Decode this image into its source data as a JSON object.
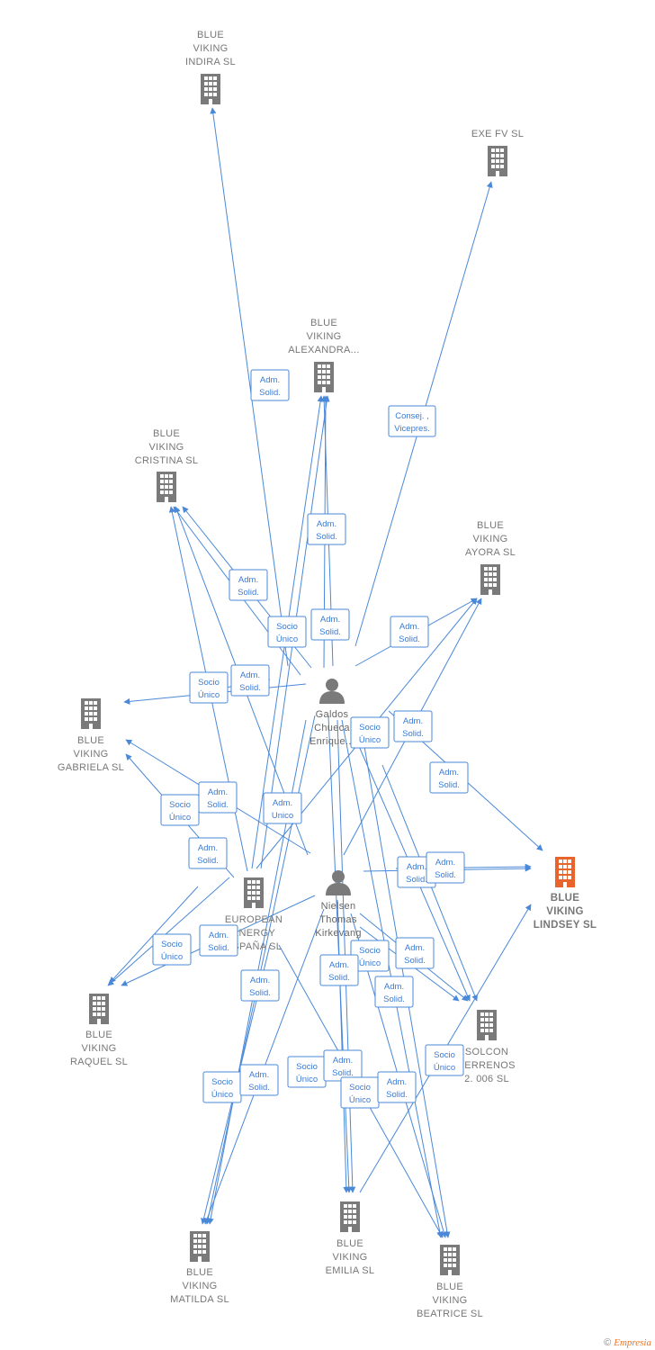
{
  "colors": {
    "edge": "#4a88d8",
    "company": "#7a7a7a",
    "main_company": "#e8642c",
    "person": "#7a7a7a"
  },
  "nodes": [
    {
      "id": "indira",
      "type": "company",
      "lines": [
        "BLUE",
        "VIKING",
        "INDIRA  SL"
      ]
    },
    {
      "id": "exefv",
      "type": "company",
      "lines": [
        "EXE FV SL"
      ]
    },
    {
      "id": "alexandra",
      "type": "company",
      "lines": [
        "BLUE",
        "VIKING",
        "ALEXANDRA..."
      ]
    },
    {
      "id": "cristina",
      "type": "company",
      "lines": [
        "BLUE",
        "VIKING",
        "CRISTINA  SL"
      ]
    },
    {
      "id": "ayora",
      "type": "company",
      "lines": [
        "BLUE",
        "VIKING",
        "AYORA  SL"
      ]
    },
    {
      "id": "gabriela",
      "type": "company",
      "lines": [
        "BLUE",
        "VIKING",
        "GABRIELA  SL"
      ]
    },
    {
      "id": "galdos",
      "type": "person",
      "lines": [
        "Galdos",
        "Chueca",
        "Enrique..."
      ]
    },
    {
      "id": "lindsey",
      "type": "main",
      "lines": [
        "BLUE",
        "VIKING",
        "LINDSEY  SL"
      ]
    },
    {
      "id": "european",
      "type": "company",
      "lines": [
        "EUROPEAN",
        "ENERGY",
        "ESPAÑA  SL"
      ]
    },
    {
      "id": "nielsen",
      "type": "person",
      "lines": [
        "Nielsen",
        "Thomas",
        "Kirkevang"
      ]
    },
    {
      "id": "raquel",
      "type": "company",
      "lines": [
        "BLUE",
        "VIKING",
        "RAQUEL  SL"
      ]
    },
    {
      "id": "solcon",
      "type": "company",
      "lines": [
        "SOLCON",
        "TERRENOS",
        "2. 006  SL"
      ]
    },
    {
      "id": "matilda",
      "type": "company",
      "lines": [
        "BLUE",
        "VIKING",
        "MATILDA  SL"
      ]
    },
    {
      "id": "emilia",
      "type": "company",
      "lines": [
        "BLUE",
        "VIKING",
        "EMILIA  SL"
      ]
    },
    {
      "id": "beatrice",
      "type": "company",
      "lines": [
        "BLUE",
        "VIKING",
        "BEATRICE  SL"
      ]
    }
  ],
  "relations": [
    {
      "lines": [
        "Adm.",
        "Solid."
      ]
    },
    {
      "lines": [
        "Consej. ,",
        "Vicepres."
      ]
    },
    {
      "lines": [
        "Adm.",
        "Solid."
      ]
    },
    {
      "lines": [
        "Adm.",
        "Solid."
      ]
    },
    {
      "lines": [
        "Socio",
        "Único"
      ]
    },
    {
      "lines": [
        "Adm.",
        "Solid."
      ]
    },
    {
      "lines": [
        "Adm.",
        "Solid."
      ]
    },
    {
      "lines": [
        "Socio",
        "Único"
      ]
    },
    {
      "lines": [
        "Adm.",
        "Solid."
      ]
    },
    {
      "lines": [
        "Socio",
        "Único"
      ]
    },
    {
      "lines": [
        "Adm.",
        "Solid."
      ]
    },
    {
      "lines": [
        "Adm.",
        "Solid."
      ]
    },
    {
      "lines": [
        "Adm.",
        "Solid."
      ]
    },
    {
      "lines": [
        "Socio",
        "Único"
      ]
    },
    {
      "lines": [
        "Adm.",
        "Unico"
      ]
    },
    {
      "lines": [
        "Adm.",
        "Solid."
      ]
    },
    {
      "lines": [
        "Adm.",
        "Solid."
      ]
    },
    {
      "lines": [
        "Adm.",
        "Solid."
      ]
    },
    {
      "lines": [
        "Socio",
        "Único"
      ]
    },
    {
      "lines": [
        "Adm.",
        "Solid."
      ]
    },
    {
      "lines": [
        "Adm.",
        "Solid."
      ]
    },
    {
      "lines": [
        "Socio",
        "Único"
      ]
    },
    {
      "lines": [
        "Adm.",
        "Solid."
      ]
    },
    {
      "lines": [
        "Adm.",
        "Solid."
      ]
    },
    {
      "lines": [
        "Adm.",
        "Solid."
      ]
    },
    {
      "lines": [
        "Socio",
        "Único"
      ]
    },
    {
      "lines": [
        "Adm.",
        "Solid."
      ]
    },
    {
      "lines": [
        "Socio",
        "Único"
      ]
    },
    {
      "lines": [
        "Adm.",
        "Solid."
      ]
    },
    {
      "lines": [
        "Socio",
        "Único"
      ]
    },
    {
      "lines": [
        "Adm.",
        "Solid."
      ]
    },
    {
      "lines": [
        "Socio",
        "Único"
      ]
    }
  ],
  "footer": {
    "copyright": "©",
    "brand": "Empresia"
  }
}
